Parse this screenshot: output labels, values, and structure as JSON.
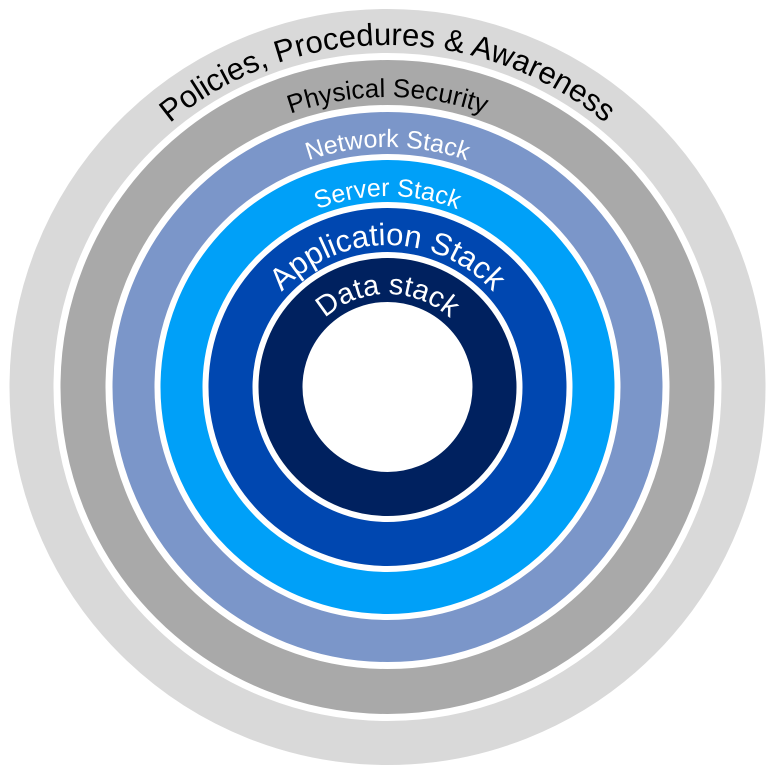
{
  "diagram": {
    "layers": [
      {
        "label": "Policies, Procedures & Awareness",
        "color": "#d9d9d9",
        "text_color": "#000000"
      },
      {
        "label": "Physical Security",
        "color": "#a9a9a9",
        "text_color": "#000000"
      },
      {
        "label": "Network Stack",
        "color": "#7b96c9",
        "text_color": "#ffffff"
      },
      {
        "label": "Server Stack",
        "color": "#00a0f8",
        "text_color": "#ffffff"
      },
      {
        "label": "Application Stack",
        "color": "#0047b0",
        "text_color": "#ffffff"
      },
      {
        "label": "Data stack",
        "color": "#00215f",
        "text_color": "#ffffff"
      }
    ]
  }
}
